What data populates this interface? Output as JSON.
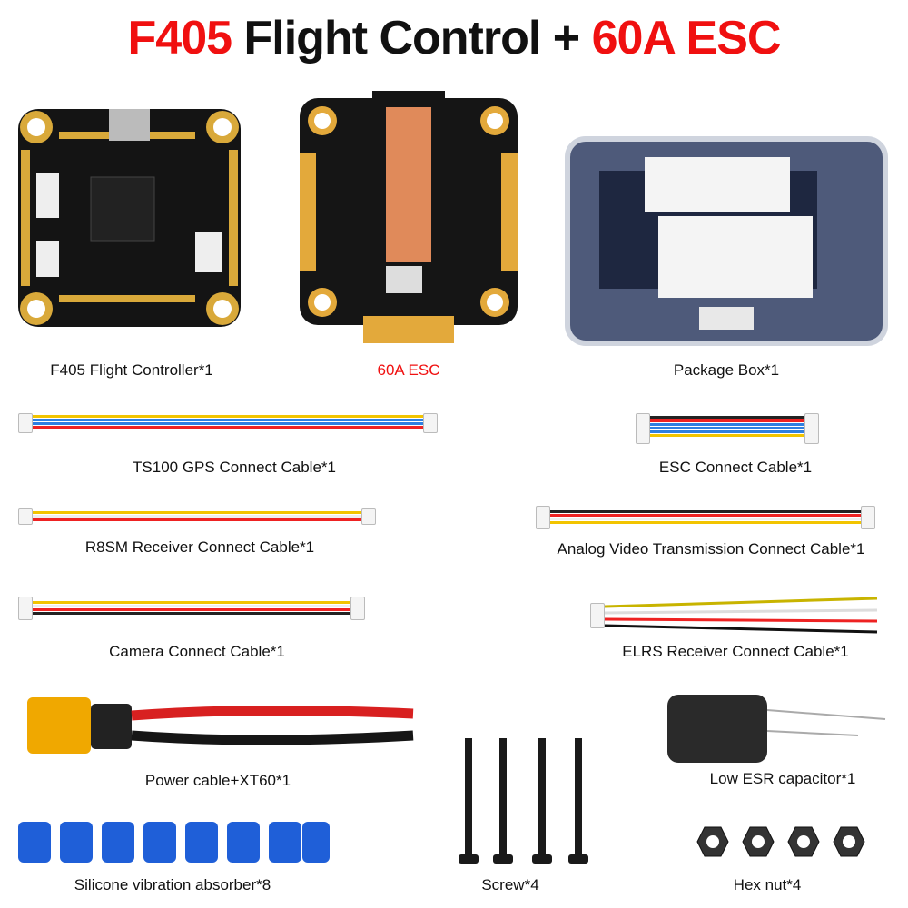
{
  "title": {
    "part1": "F405",
    "part2": " Flight Control + ",
    "part3": "60A ESC"
  },
  "colors": {
    "accent_red": "#f01010",
    "text": "#111111"
  },
  "items": [
    {
      "label": "F405 Flight Controller*1"
    },
    {
      "label": "60A ESC"
    },
    {
      "label": "Package Box*1"
    },
    {
      "label": "TS100 GPS Connect Cable*1"
    },
    {
      "label": "ESC Connect Cable*1"
    },
    {
      "label": "R8SM Receiver Connect Cable*1"
    },
    {
      "label": "Analog Video Transmission Connect Cable*1"
    },
    {
      "label": "Camera Connect Cable*1"
    },
    {
      "label": "ELRS Receiver Connect Cable*1"
    },
    {
      "label": "Power cable+XT60*1"
    },
    {
      "label": "Low ESR capacitor*1"
    },
    {
      "label": "Silicone vibration absorber*8"
    },
    {
      "label": "Screw*4"
    },
    {
      "label": "Hex nut*4"
    }
  ]
}
